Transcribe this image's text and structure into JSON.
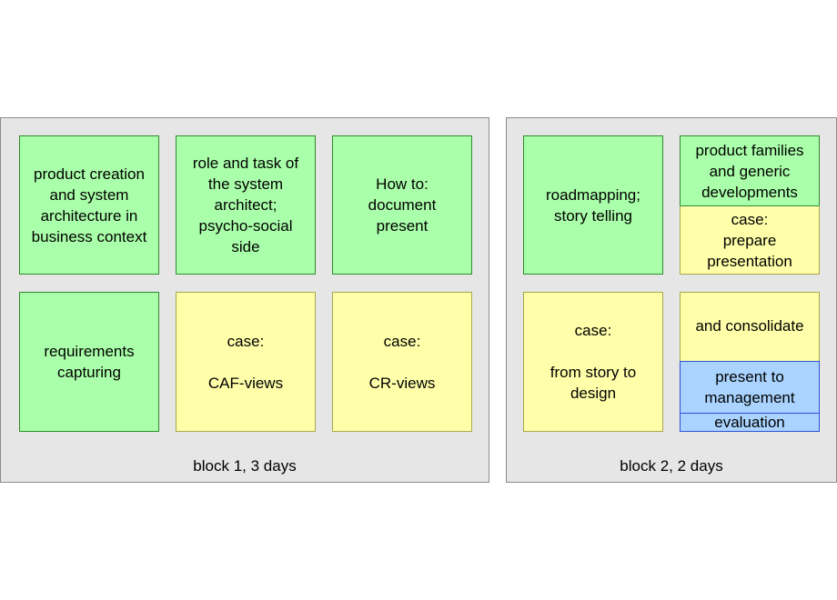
{
  "block1": {
    "caption": "block 1, 3 days",
    "boxes": [
      "product creation\nand system\narchitecture in\nbusiness context",
      "role and task of\nthe system\narchitect;\npsycho-social\nside",
      "How to:\ndocument\npresent",
      "requirements\ncapturing",
      "case:\n\nCAF-views",
      "case:\n\nCR-views"
    ]
  },
  "block2": {
    "caption": "block 2, 2 days",
    "roadmapping": "roadmapping;\nstory telling",
    "families": "product families\nand generic\ndevelopments",
    "prepare": "case:\nprepare\npresentation",
    "story": "case:\n\nfrom story to\ndesign",
    "consolidate": "and consolidate",
    "present": "present to\nmanagement",
    "evaluation": "evaluation"
  },
  "colors": {
    "green": "#aaffaa",
    "yellow": "#ffffaa",
    "blue": "#aad4ff",
    "panel": "#e6e6e6"
  }
}
